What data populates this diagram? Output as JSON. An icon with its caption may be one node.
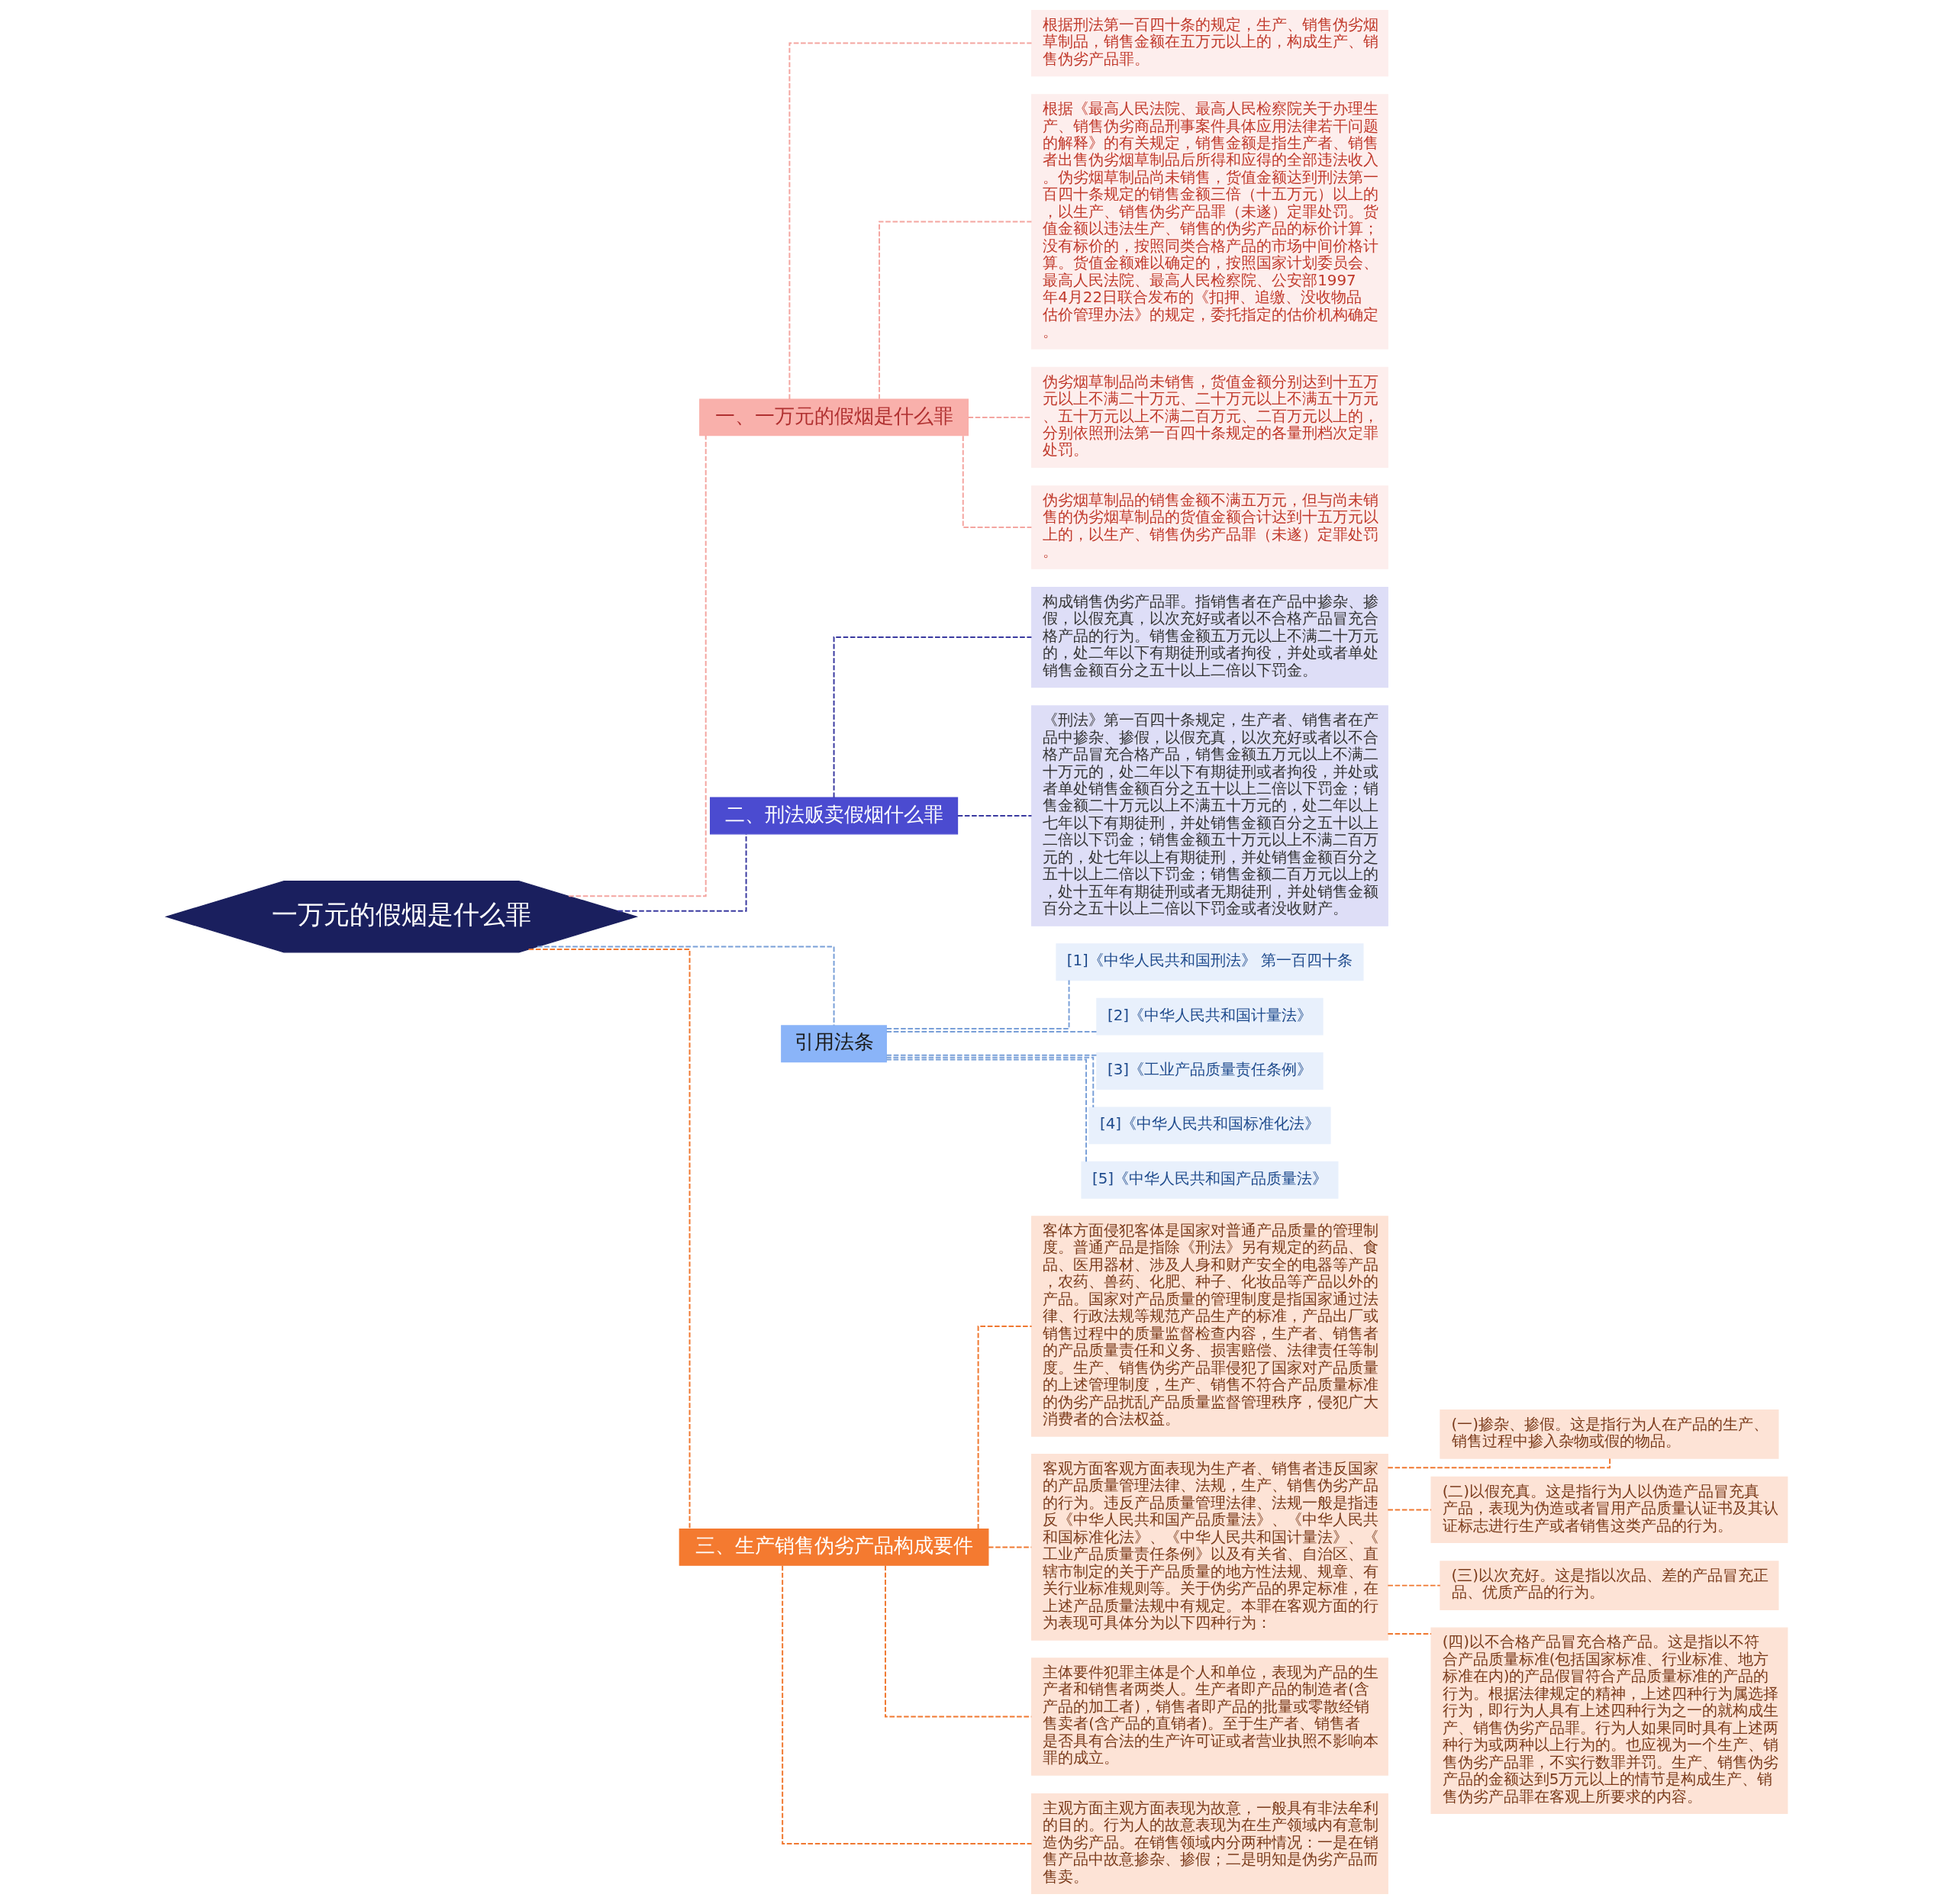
{
  "diagram": {
    "nodes": [
      {
        "text": [
          "一万元的假烟是什么罪"
        ]
      },
      {
        "text": [
          "一、一万元的假烟是什么罪"
        ]
      },
      {
        "text": [
          "根据刑法第一百四十条的规定，生产、销售伪劣烟草制品，销售金额在五万元以上的，构成生产、销售伪劣产品罪。"
        ]
      },
      {
        "text": [
          "根据《最高人民法院、最高人民检察院关于办理生产、销售伪劣商品刑事案件具体应用法律若干问题的解释》的有关规定，销售金额是指生产者、销售者出售伪劣烟草制品后所得和应得的全部违法收入。伪劣烟草制品尚未销售，货值金额达到刑法第一百四十条规定的销售金额三倍（十五万元）以上的，以生产、销售伪劣产品罪（未遂）定罪处罚。货值金额以违法生产、销售的伪劣产品的标价计算；没有标价的，按照同类合格产品的市场中间价格计算。货值金额难以确定的，按照国家计划委员会、最高人民法院、最高人民检察院、公安部1997年4月22日联合发布的《扣押、追缴、没收物品估价管理办法》的规定，委托指定的估价机构确定。"
        ]
      },
      {
        "text": [
          "伪劣烟草制品尚未销售，货值金额分别达到十五万元以上不满二十万元、二十万元以上不满五十万元、五十万元以上不满二百万元、二百万元以上的，分别依照刑法第一百四十条规定的各量刑档次定罪处罚。"
        ]
      },
      {
        "text": [
          "伪劣烟草制品的销售金额不满五万元，但与尚未销售的伪劣烟草制品的货值金额合计达到十五万元以上的，以生产、销售伪劣产品罪（未遂）定罪处罚。"
        ]
      },
      {
        "text": [
          "二、刑法贩卖假烟什么罪"
        ]
      },
      {
        "text": [
          "构成销售伪劣产品罪。指销售者在产品中掺杂、掺假，以假充真，以次充好或者以不合格产品冒充合格产品的行为。销售金额五万元以上不满二十万元的，处二年以下有期徒刑或者拘役，并处或者单处销售金额百分之五十以上二倍以下罚金。"
        ]
      },
      {
        "text": [
          "《刑法》第一百四十条规定，生产者、销售者在产品中掺杂、掺假，以假充真，以次充好或者以不合格产品冒充合格产品，销售金额五万元以上不满二十万元的，处二年以下有期徒刑或者拘役，并处或者单处销售金额百分之五十以上二倍以下罚金；销售金额二十万元以上不满五十万元的，处二年以上七年以下有期徒刑，并处销售金额百分之五十以上二倍以下罚金；销售金额五十万元以上不满二百万元的，处七年以上有期徒刑，并处销售金额百分之五十以上二倍以下罚金；销售金额二百万元以上的，处十五年有期徒刑或者无期徒刑，并处销售金额百分之五十以上二倍以下罚金或者没收财产。"
        ]
      },
      {
        "text": [
          "引用法条"
        ]
      },
      {
        "text": [
          "[1]《中华人民共和国刑法》 第一百四十条"
        ]
      },
      {
        "text": [
          "[2]《中华人民共和国计量法》"
        ]
      },
      {
        "text": [
          "[3]《工业产品质量责任条例》"
        ]
      },
      {
        "text": [
          "[4]《中华人民共和国标准化法》"
        ]
      },
      {
        "text": [
          "[5]《中华人民共和国产品质量法》"
        ]
      },
      {
        "text": [
          "三、生产销售伪劣产品构成要件"
        ]
      },
      {
        "text": [
          "客体方面侵犯客体是国家对普通产品质量的管理制度。普通产品是指除《刑法》另有规定的药品、食品、医用器材、涉及人身和财产安全的电器等产品，农药、兽药、化肥、种子、化妆品等产品以外的产品。国家对产品质量的管理制度是指国家通过法律、行政法规等规范产品生产的标准，产品出厂或销售过程中的质量监督检查内容，生产者、销售者的产品质量责任和义务、损害赔偿、法律责任等制度。生产、销售伪劣产品罪侵犯了国家对产品质量的上述管理制度，生产、销售不符合产品质量标准的伪劣产品扰乱产品质量监督管理秩序，侵犯广大消费者的合法权益。"
        ]
      },
      {
        "text": [
          "客观方面客观方面表现为生产者、销售者违反国家的产品质量管理法律、法规，生产、销售伪劣产品的行为。违反产品质量管理法律、法规一般是指违反《中华人民共和国产品质量法》、《中华人民共和国标准化法》、《中华人民共和国计量法》、《工业产品质量责任条例》以及有关省、自治区、直辖市制定的关于产品质量的地方性法规、规章、有关行业标准规则等。关于伪劣产品的界定标准，在上述产品质量法规中有规定。本罪在客观方面的行为表现可具体分为以下四种行为："
        ]
      },
      {
        "text": [
          "(一)掺杂、掺假。这是指行为人在产品的生产、销售过程中掺入杂物或假的物品。"
        ]
      },
      {
        "text": [
          "(二)以假充真。这是指行为人以伪造产品冒充真产品，表现为伪造或者冒用产品质量认证书及其认证标志进行生产或者销售这类产品的行为。"
        ]
      },
      {
        "text": [
          "(三)以次充好。这是指以次品、差的产品冒充正品、优质产品的行为。"
        ]
      },
      {
        "text": [
          "(四)以不合格产品冒充合格产品。这是指以不符合产品质量标准(包括国家标准、行业标准、地方标准在内)的产品假冒符合产品质量标准的产品的行为。根据法律规定的精神，上述四种行为属选择行为，即行为人具有上述四种行为之一的就构成生产、销售伪劣产品罪。行为人如果同时具有上述两种行为或两种以上行为的。也应视为一个生产、销售伪劣产品罪，不实行数罪并罚。生产、销售伪劣产品的金额达到5万元以上的情节是构成生产、销售伪劣产品罪在客观上所要求的内容。"
        ]
      },
      {
        "text": [
          "主体要件犯罪主体是个人和单位，表现为产品的生产者和销售者两类人。生产者即产品的制造者(含产品的加工者)，销售者即产品的批量或零散经销售卖者(含产品的直销者)。至于生产者、销售者是否具有合法的生产许可证或者营业执照不影响本罪的成立。"
        ]
      },
      {
        "text": [
          "主观方面主观方面表现为故意，一般具有非法牟利的目的。行为人的故意表现为在生产领域内有意制造伪劣产品。在销售领域内分两种情况：一是在销售产品中故意掺杂、掺假；二是明知是伪劣产品而售卖。"
        ]
      }
    ],
    "edges": [
      {
        "from": 0,
        "to": 1,
        "arrow": "none",
        "style": "dashed",
        "color": "#f4a5a0"
      },
      {
        "from": 1,
        "to": 2,
        "arrow": "none",
        "style": "dashed",
        "color": "#f4a5a0"
      },
      {
        "from": 1,
        "to": 3,
        "arrow": "none",
        "style": "dashed",
        "color": "#f4a5a0"
      },
      {
        "from": 1,
        "to": 4,
        "arrow": "none",
        "style": "dashed",
        "color": "#f4a5a0"
      },
      {
        "from": 1,
        "to": 5,
        "arrow": "none",
        "style": "dashed",
        "color": "#f4a5a0"
      },
      {
        "from": 0,
        "to": 6,
        "arrow": "none",
        "style": "dashed",
        "color": "#3a3aa0"
      },
      {
        "from": 6,
        "to": 7,
        "arrow": "none",
        "style": "dashed",
        "color": "#3a3aa0"
      },
      {
        "from": 6,
        "to": 8,
        "arrow": "none",
        "style": "dashed",
        "color": "#3a3aa0"
      },
      {
        "from": 0,
        "to": 9,
        "arrow": "none",
        "style": "dashed",
        "color": "#7aa0d8"
      },
      {
        "from": 9,
        "to": 10,
        "arrow": "none",
        "style": "dashed",
        "color": "#7aa0d8"
      },
      {
        "from": 9,
        "to": 11,
        "arrow": "none",
        "style": "dashed",
        "color": "#7aa0d8"
      },
      {
        "from": 9,
        "to": 12,
        "arrow": "none",
        "style": "dashed",
        "color": "#7aa0d8"
      },
      {
        "from": 9,
        "to": 13,
        "arrow": "none",
        "style": "dashed",
        "color": "#7aa0d8"
      },
      {
        "from": 9,
        "to": 14,
        "arrow": "none",
        "style": "dashed",
        "color": "#7aa0d8"
      },
      {
        "from": 0,
        "to": 15,
        "arrow": "none",
        "style": "dashed",
        "color": "#f07830"
      },
      {
        "from": 15,
        "to": 16,
        "arrow": "none",
        "style": "dashed",
        "color": "#f07830"
      },
      {
        "from": 15,
        "to": 17,
        "arrow": "none",
        "style": "dashed",
        "color": "#f07830"
      },
      {
        "from": 17,
        "to": 18,
        "arrow": "none",
        "style": "dashed",
        "color": "#f07830"
      },
      {
        "from": 17,
        "to": 19,
        "arrow": "none",
        "style": "dashed",
        "color": "#f07830"
      },
      {
        "from": 17,
        "to": 20,
        "arrow": "none",
        "style": "dashed",
        "color": "#f07830"
      },
      {
        "from": 17,
        "to": 21,
        "arrow": "none",
        "style": "dashed",
        "color": "#f07830"
      },
      {
        "from": 15,
        "to": 22,
        "arrow": "none",
        "style": "dashed",
        "color": "#f07830"
      },
      {
        "from": 15,
        "to": 23,
        "arrow": "none",
        "style": "dashed",
        "color": "#f07830"
      }
    ]
  }
}
